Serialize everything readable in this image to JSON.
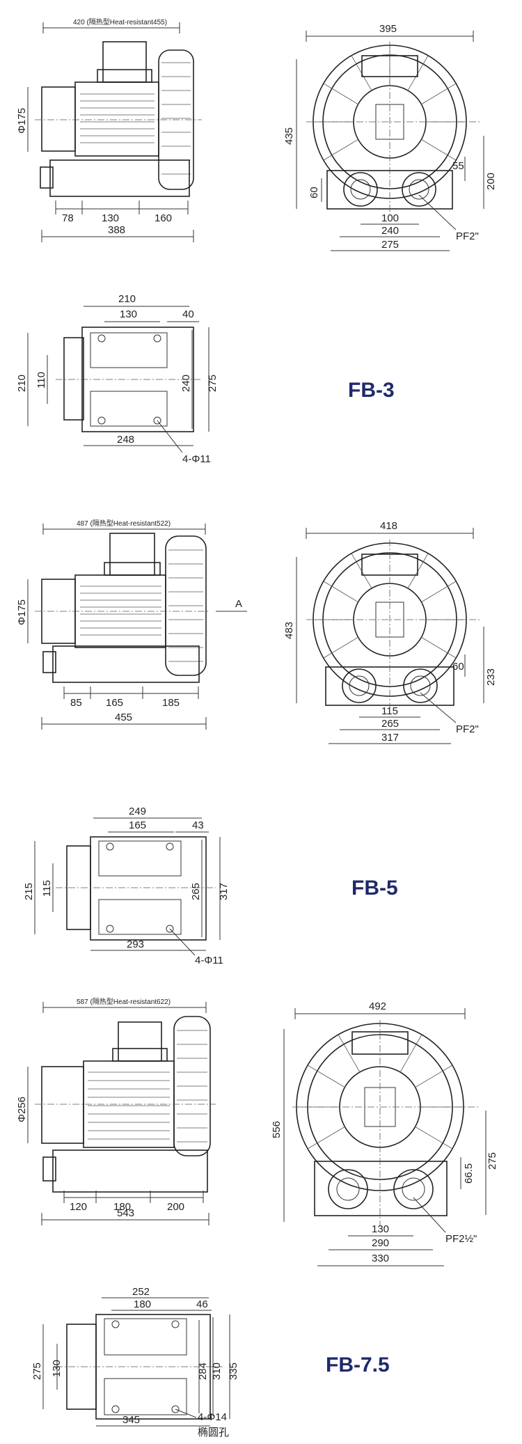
{
  "models": [
    {
      "name": "FB-3",
      "side": {
        "overall": "420 (隔热型Heat-resistant455)",
        "dia": "Φ175",
        "seg1": "78",
        "seg2": "130",
        "seg3": "160",
        "total": "388"
      },
      "front": {
        "width": "395",
        "height": "435",
        "r1": "55",
        "r2": "200",
        "left_h": "60",
        "port_gap": "100",
        "base_in": "240",
        "base_out": "275",
        "port": "PF2\""
      },
      "base": {
        "w_top": "210",
        "w_mid": "130",
        "w_right": "40",
        "h_left": "210",
        "h_inner": "110",
        "h_r1": "240",
        "h_r2": "275",
        "w_bottom": "248",
        "holes": "4-Φ11"
      }
    },
    {
      "name": "FB-5",
      "side": {
        "overall": "487 (隔热型Heat-resistant522)",
        "dia": "Φ175",
        "seg1": "85",
        "seg2": "165",
        "seg3": "185",
        "total": "455",
        "arrow": "A"
      },
      "front": {
        "width": "418",
        "height": "483",
        "r1": "60",
        "r2": "233",
        "port_gap": "115",
        "base_in": "265",
        "base_out": "317",
        "port": "PF2\""
      },
      "base": {
        "w_top": "249",
        "w_mid": "165",
        "w_right": "43",
        "h_left": "215",
        "h_inner": "115",
        "h_r1": "265",
        "h_r2": "317",
        "w_bottom": "293",
        "holes": "4-Φ11"
      }
    },
    {
      "name": "FB-7.5",
      "side": {
        "overall": "587 (隔热型Heat-resistant622)",
        "dia": "Φ256",
        "seg1": "120",
        "seg2": "180",
        "seg3": "200",
        "total": "543"
      },
      "front": {
        "width": "492",
        "height": "556",
        "r1": "66.5",
        "r2": "275",
        "port_gap": "130",
        "base_in": "290",
        "base_out": "330",
        "port": "PF2½\""
      },
      "base": {
        "w_top": "252",
        "w_mid": "180",
        "w_right": "46",
        "h_left": "275",
        "h_inner": "130",
        "h_r1": "284",
        "h_r2": "310",
        "h_r3": "335",
        "w_bottom": "345",
        "holes": "4-Φ14",
        "holes_note": "椭圆孔"
      }
    }
  ]
}
